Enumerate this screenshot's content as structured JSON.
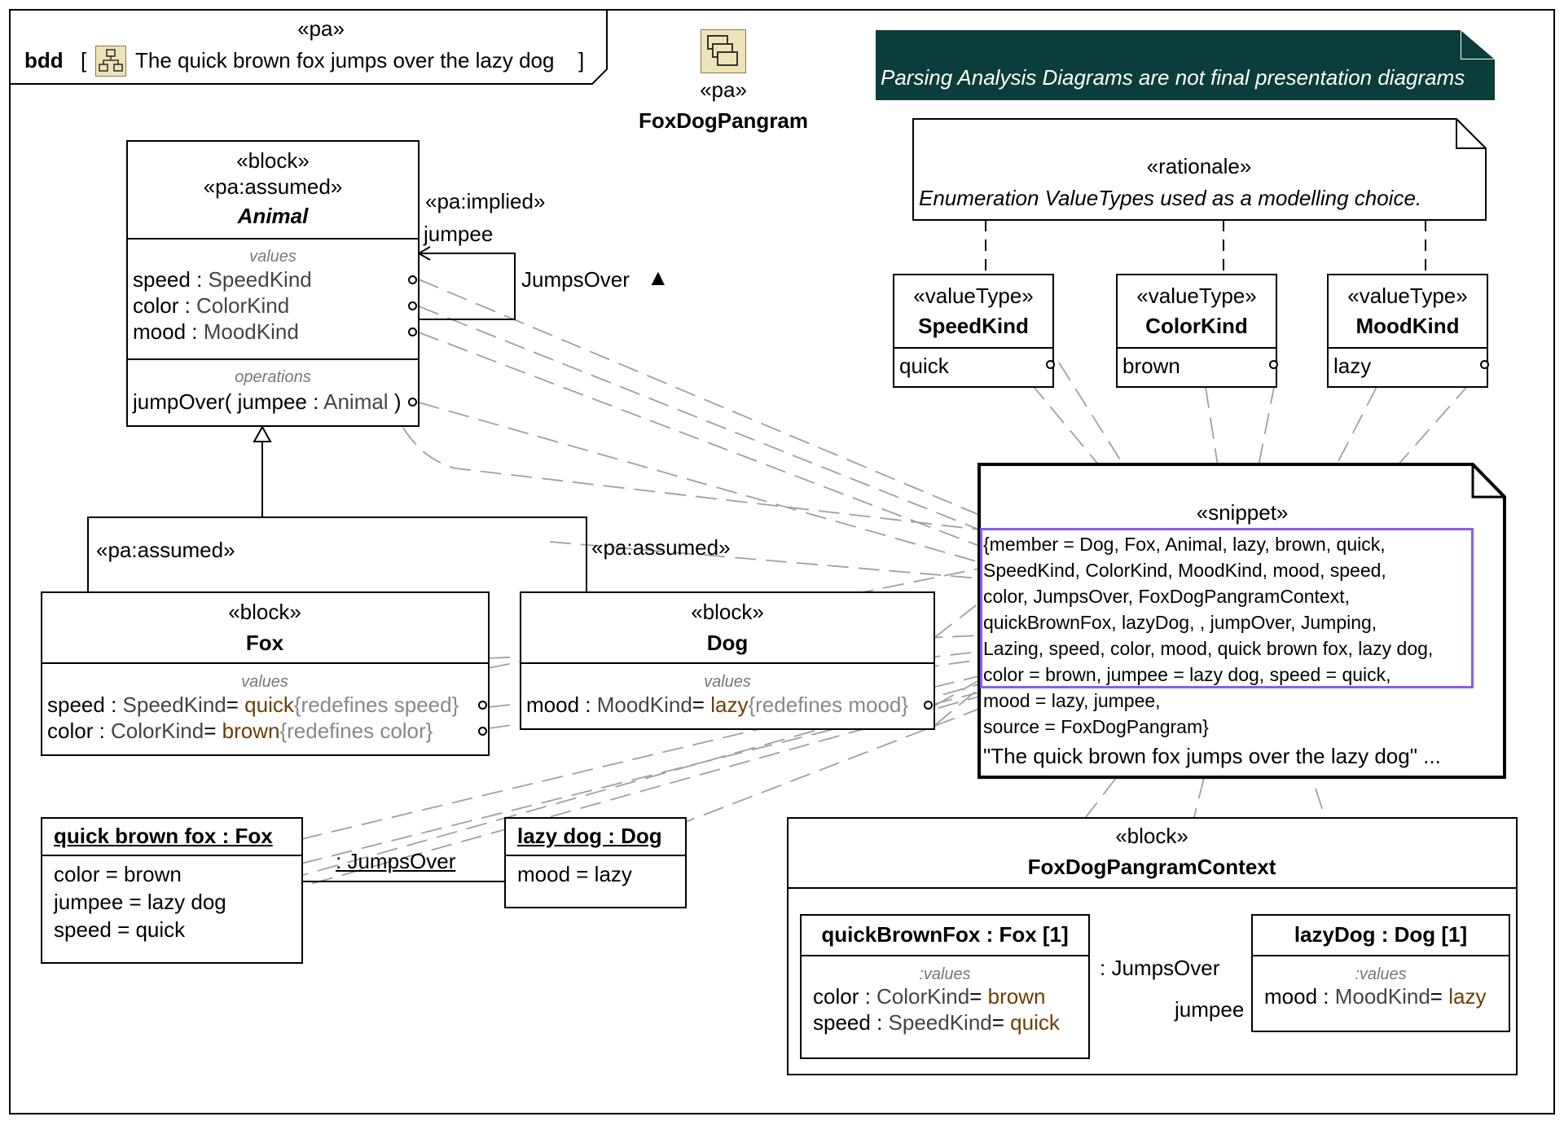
{
  "frame": {
    "stereotype": "«pa»",
    "kind": "bdd",
    "bracket_open": "[",
    "bracket_close": "]",
    "name": "The quick brown fox jumps over the lazy dog"
  },
  "pa_package": {
    "stereotype": "«pa»",
    "name": "FoxDogPangram"
  },
  "banner": {
    "text": "Parsing Analysis Diagrams are not final presentation diagrams",
    "color": "#0b3d3a"
  },
  "rationale": {
    "stereotype": "«rationale»",
    "text": "Enumeration ValueTypes used as a modelling choice."
  },
  "value_types": [
    {
      "stereotype": "«valueType»",
      "name": "SpeedKind",
      "literal": "quick"
    },
    {
      "stereotype": "«valueType»",
      "name": "ColorKind",
      "literal": "brown"
    },
    {
      "stereotype": "«valueType»",
      "name": "MoodKind",
      "literal": "lazy"
    }
  ],
  "animal": {
    "stereotype1": "«block»",
    "stereotype2": "«pa:assumed»",
    "name": "Animal",
    "values_header": "values",
    "values": [
      {
        "name": "speed",
        "sep": " : ",
        "type": "SpeedKind"
      },
      {
        "name": "color",
        "sep": " : ",
        "type": "ColorKind"
      },
      {
        "name": "mood",
        "sep": " : ",
        "type": "MoodKind"
      }
    ],
    "operations_header": "operations",
    "operation": {
      "name": "jumpOver(",
      "param": " jumpee",
      "sep": " : ",
      "type": "Animal",
      "close": " )"
    }
  },
  "self_assoc": {
    "stereotype": "«pa:implied»",
    "role": "jumpee",
    "name": "JumpsOver",
    "arrow": "▲"
  },
  "generalization_labels": {
    "left": "«pa:assumed»",
    "right": "«pa:assumed»"
  },
  "fox": {
    "stereotype": "«block»",
    "name": "Fox",
    "values_header": "values",
    "values": [
      {
        "name": "speed",
        "sep": " : ",
        "type": "SpeedKind",
        "eq": "= ",
        "value": "quick",
        "redef": "{redefines speed}"
      },
      {
        "name": "color",
        "sep": " : ",
        "type": "ColorKind",
        "eq": "= ",
        "value": "brown",
        "redef": "{redefines color}"
      }
    ]
  },
  "dog": {
    "stereotype": "«block»",
    "name": "Dog",
    "values_header": "values",
    "values": [
      {
        "name": "mood",
        "sep": " : ",
        "type": "MoodKind",
        "eq": "= ",
        "value": "lazy",
        "redef": "{redefines mood}"
      }
    ]
  },
  "snippet": {
    "stereotype": "«snippet»",
    "lines": [
      "{member = Dog, Fox, Animal, lazy, brown, quick,",
      "SpeedKind, ColorKind, MoodKind, mood, speed,",
      "color, JumpsOver, FoxDogPangramContext,",
      "quickBrownFox, lazyDog, , jumpOver, Jumping,",
      "Lazing, speed, color, mood, quick brown fox, lazy dog,",
      "color = brown, jumpee = lazy dog, speed = quick,",
      "mood = lazy, jumpee,"
    ],
    "source": "source = FoxDogPangram}",
    "quote": "\"The quick brown fox jumps over the lazy dog\" ...",
    "highlight_color": "#8a5cf0"
  },
  "fox_instance": {
    "title": "quick brown fox : Fox",
    "slots": [
      "color = brown",
      "jumpee = lazy dog",
      "speed = quick"
    ]
  },
  "dog_instance": {
    "title": "lazy dog : Dog",
    "slots": [
      "mood = lazy"
    ]
  },
  "instance_link": {
    "label": ": JumpsOver"
  },
  "context": {
    "stereotype": "«block»",
    "name": "FoxDogPangramContext",
    "fox_part": {
      "title": "quickBrownFox : Fox [1]",
      "values_header": ":values",
      "values": [
        {
          "name": "color",
          "sep": " : ",
          "type": "ColorKind",
          "eq": "= ",
          "value": "brown"
        },
        {
          "name": "speed",
          "sep": " : ",
          "type": "SpeedKind",
          "eq": "= ",
          "value": "quick"
        }
      ]
    },
    "dog_part": {
      "title": "lazyDog : Dog [1]",
      "values_header": ":values",
      "values": [
        {
          "name": "mood",
          "sep": " : ",
          "type": "MoodKind",
          "eq": "= ",
          "value": "lazy"
        }
      ]
    },
    "connector_label": ": JumpsOver",
    "connector_role": "jumpee"
  }
}
